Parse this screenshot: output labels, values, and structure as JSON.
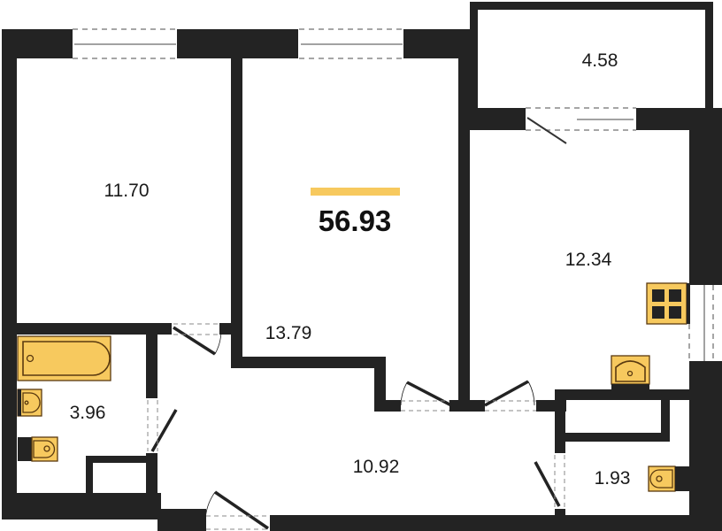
{
  "plan": {
    "total_area": "56.93",
    "accent_color": "#F7C95E",
    "wall_color": "#232323",
    "rooms": [
      {
        "id": "bedroom-left",
        "area": "11.70"
      },
      {
        "id": "living-room",
        "area": "13.79"
      },
      {
        "id": "balcony",
        "area": "4.58"
      },
      {
        "id": "kitchen",
        "area": "12.34"
      },
      {
        "id": "bathroom",
        "area": "3.96"
      },
      {
        "id": "hallway",
        "area": "10.92"
      },
      {
        "id": "toilet",
        "area": "1.93"
      }
    ]
  }
}
